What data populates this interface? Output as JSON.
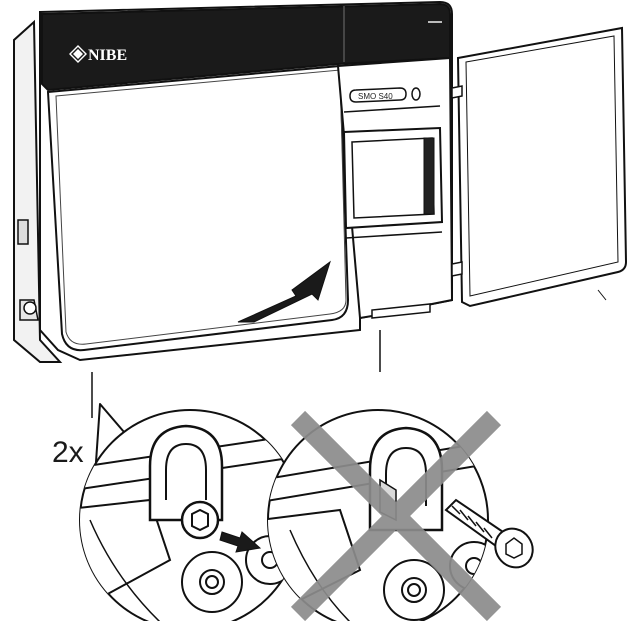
{
  "device": {
    "brand": "NIBE",
    "brand_mark": "diamond-logo-icon",
    "model_label": "SMO S40"
  },
  "callout": {
    "quantity_label": "2x"
  },
  "icons": {
    "slide_arrow": "slide-direction-arrow-icon",
    "push_arrow": "push-direction-arrow-icon",
    "prohibited_mark": "prohibited-cross-icon",
    "screw": "screw-icon"
  },
  "colors": {
    "body_dark": "#1a1a1a",
    "outline": "#111111",
    "paper": "#ffffff",
    "cross_gray": "#8c8c8c",
    "shade": "#d9d9d9"
  }
}
